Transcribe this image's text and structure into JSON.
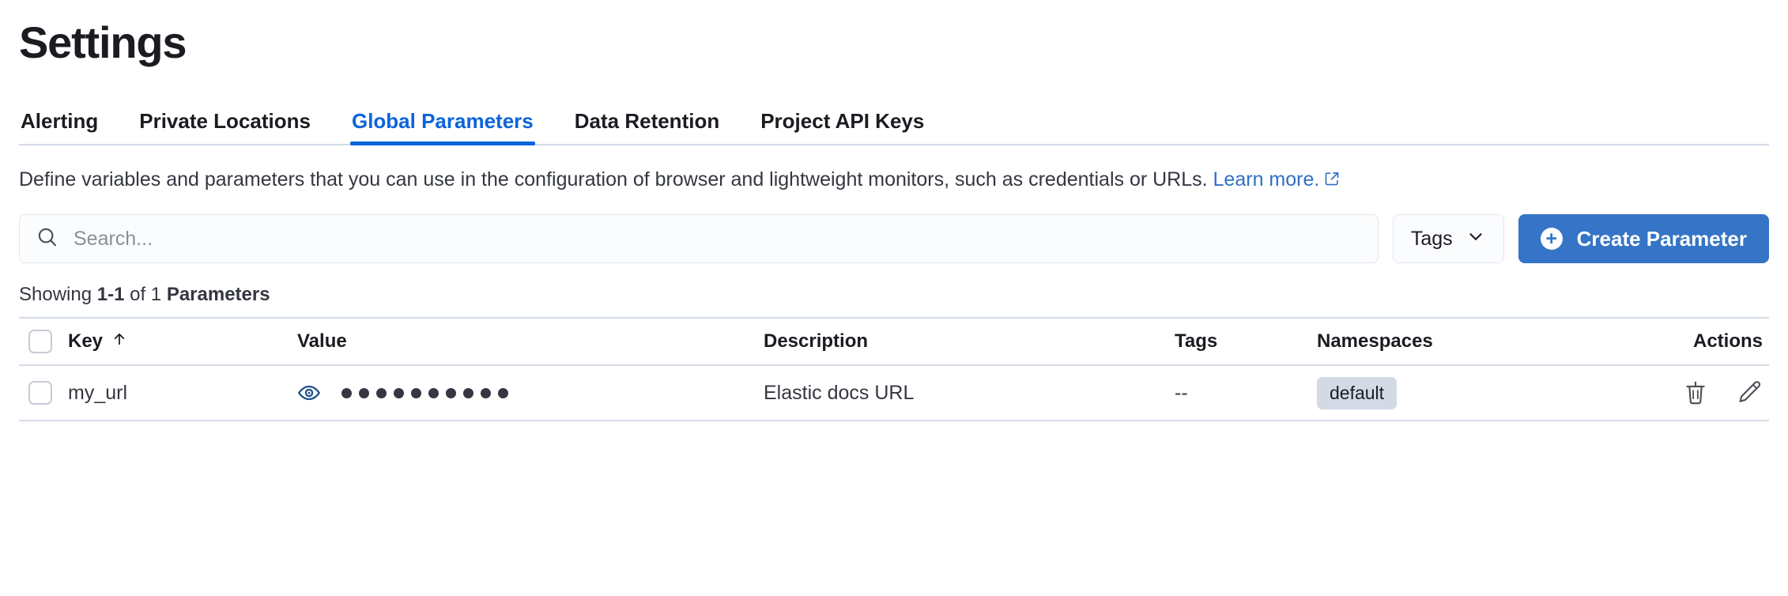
{
  "header": {
    "title": "Settings"
  },
  "tabs": [
    {
      "id": "alerting",
      "label": "Alerting",
      "active": false
    },
    {
      "id": "private-locations",
      "label": "Private Locations",
      "active": false
    },
    {
      "id": "global-parameters",
      "label": "Global Parameters",
      "active": true
    },
    {
      "id": "data-retention",
      "label": "Data Retention",
      "active": false
    },
    {
      "id": "project-api-keys",
      "label": "Project API Keys",
      "active": false
    }
  ],
  "description": {
    "text": "Define variables and parameters that you can use in the configuration of browser and lightweight monitors, such as credentials or URLs.",
    "link_label": "Learn more.",
    "link_icon": "external-link-icon"
  },
  "toolbar": {
    "search_placeholder": "Search...",
    "search_value": "",
    "search_icon": "search-icon",
    "tags_label": "Tags",
    "tags_icon": "chevron-down-icon",
    "create_label": "Create Parameter",
    "create_icon": "plus-circle-icon"
  },
  "results": {
    "showing_prefix": "Showing ",
    "range": "1-1",
    "of": " of ",
    "total": "1",
    "entity": "Parameters"
  },
  "table": {
    "columns": [
      {
        "id": "key",
        "label": "Key",
        "sort": "asc",
        "sort_icon": "arrow-up-icon"
      },
      {
        "id": "value",
        "label": "Value"
      },
      {
        "id": "description",
        "label": "Description"
      },
      {
        "id": "tags",
        "label": "Tags"
      },
      {
        "id": "namespaces",
        "label": "Namespaces"
      },
      {
        "id": "actions",
        "label": "Actions"
      }
    ],
    "rows": [
      {
        "key": "my_url",
        "value_masked": true,
        "value_dots": 10,
        "value_icon": "eye-icon",
        "description": "Elastic docs URL",
        "tags": "--",
        "namespace_badge": "default",
        "actions": [
          "trash-icon",
          "pencil-icon"
        ]
      }
    ]
  },
  "colors": {
    "accent": "#0b64dd",
    "primary_button": "#3574c6",
    "link": "#2f6fc4",
    "badge_bg": "#d3dae6",
    "border": "#d3dae6",
    "text": "#343741",
    "muted_text": "#8a8f99"
  }
}
